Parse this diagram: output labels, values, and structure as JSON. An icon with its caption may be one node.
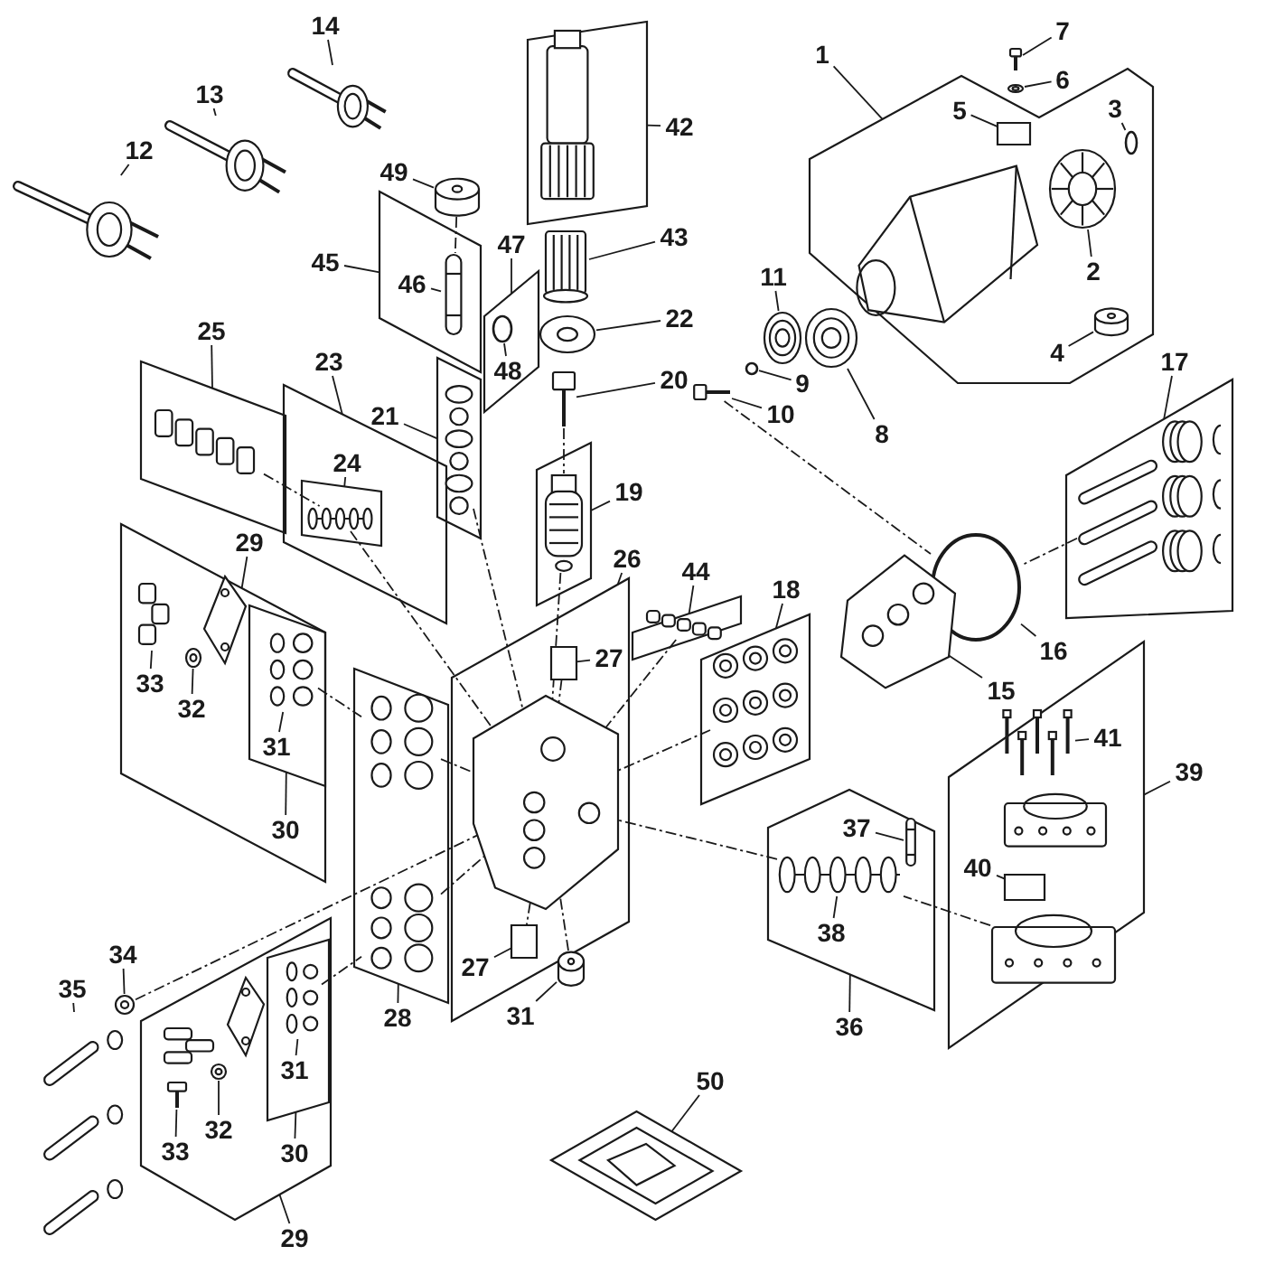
{
  "diagram": {
    "nodes": [
      {
        "text": [
          "14"
        ]
      },
      {
        "text": [],
        "shape": "picture"
      },
      {
        "text": [
          "13"
        ]
      },
      {
        "text": [],
        "shape": "picture"
      },
      {
        "text": [
          "12"
        ]
      },
      {
        "text": [],
        "shape": "picture"
      },
      {
        "text": [],
        "shape": "box"
      },
      {
        "text": [],
        "shape": "picture",
        "in": 6
      },
      {
        "text": [
          "42"
        ]
      },
      {
        "text": [
          "43"
        ]
      },
      {
        "text": [],
        "shape": "picture"
      },
      {
        "text": [
          "22"
        ]
      },
      {
        "text": [],
        "shape": "picture"
      },
      {
        "text": [
          "49"
        ]
      },
      {
        "text": [],
        "shape": "cylinder"
      },
      {
        "text": [],
        "shape": "box"
      },
      {
        "text": [
          "46"
        ],
        "in": 15
      },
      {
        "text": [],
        "shape": "picture",
        "in": 15
      },
      {
        "text": [
          "45"
        ]
      },
      {
        "text": [],
        "shape": "box"
      },
      {
        "text": [
          "47"
        ]
      },
      {
        "text": [],
        "shape": "circle",
        "in": 19
      },
      {
        "text": [
          "48"
        ],
        "in": 19
      },
      {
        "text": [
          "20"
        ]
      },
      {
        "text": [],
        "shape": "picture"
      },
      {
        "text": [
          "25"
        ]
      },
      {
        "text": [],
        "shape": "box"
      },
      {
        "text": [],
        "shape": "picture",
        "in": 26
      },
      {
        "text": [
          "23"
        ]
      },
      {
        "text": [],
        "shape": "box"
      },
      {
        "text": [
          "24"
        ],
        "in": 29
      },
      {
        "text": [],
        "shape": "box",
        "in": 29
      },
      {
        "text": [],
        "shape": "picture",
        "in": 31
      },
      {
        "text": [
          "21"
        ]
      },
      {
        "text": [],
        "shape": "box"
      },
      {
        "text": [],
        "shape": "picture",
        "in": 34
      },
      {
        "text": [
          "19"
        ]
      },
      {
        "text": [],
        "shape": "box"
      },
      {
        "text": [],
        "shape": "picture",
        "in": 37
      },
      {
        "text": [
          "1"
        ]
      },
      {
        "text": [],
        "shape": "box"
      },
      {
        "text": [],
        "shape": "picture",
        "in": 40
      },
      {
        "text": [
          "5"
        ],
        "in": 40
      },
      {
        "text": [],
        "shape": "box",
        "in": 40
      },
      {
        "text": [
          "3"
        ],
        "in": 40
      },
      {
        "text": [],
        "shape": "circle",
        "in": 40
      },
      {
        "text": [],
        "shape": "picture",
        "in": 40
      },
      {
        "text": [
          "2"
        ],
        "in": 40
      },
      {
        "text": [],
        "shape": "cylinder",
        "in": 40
      },
      {
        "text": [
          "4"
        ],
        "in": 40
      },
      {
        "text": [
          "7"
        ]
      },
      {
        "text": [],
        "shape": "picture"
      },
      {
        "text": [
          "6"
        ]
      },
      {
        "text": [],
        "shape": "picture"
      },
      {
        "text": [
          "11"
        ]
      },
      {
        "text": [],
        "shape": "picture"
      },
      {
        "text": [],
        "shape": "picture"
      },
      {
        "text": [
          "9"
        ]
      },
      {
        "text": [],
        "shape": "circle"
      },
      {
        "text": [
          "10"
        ]
      },
      {
        "text": [],
        "shape": "picture"
      },
      {
        "text": [
          "8"
        ]
      },
      {
        "text": [
          "17"
        ]
      },
      {
        "text": [],
        "shape": "box"
      },
      {
        "text": [],
        "shape": "picture",
        "in": 63
      },
      {
        "text": [],
        "shape": "circle"
      },
      {
        "text": [
          "16"
        ]
      },
      {
        "text": [],
        "shape": "picture"
      },
      {
        "text": [
          "15"
        ]
      },
      {
        "text": [
          "44"
        ]
      },
      {
        "text": [],
        "shape": "box"
      },
      {
        "text": [],
        "shape": "picture",
        "in": 70
      },
      {
        "text": [
          "18"
        ]
      },
      {
        "text": [],
        "shape": "box"
      },
      {
        "text": [],
        "shape": "picture",
        "in": 73
      },
      {
        "text": [
          "26"
        ]
      },
      {
        "text": [],
        "shape": "box"
      },
      {
        "text": [],
        "shape": "picture",
        "in": 76
      },
      {
        "text": [
          "27"
        ],
        "in": 76
      },
      {
        "text": [],
        "shape": "box",
        "in": 76
      },
      {
        "text": [],
        "shape": "box",
        "in": 76
      },
      {
        "text": [
          "27"
        ],
        "in": 76
      },
      {
        "text": [],
        "shape": "cylinder"
      },
      {
        "text": [
          "31"
        ]
      },
      {
        "text": [
          "29"
        ]
      },
      {
        "text": [],
        "shape": "box"
      },
      {
        "text": [],
        "shape": "picture",
        "in": 85
      },
      {
        "text": [
          "33"
        ],
        "in": 85
      },
      {
        "text": [],
        "shape": "picture",
        "in": 85
      },
      {
        "text": [
          "32"
        ],
        "in": 85
      },
      {
        "text": [],
        "shape": "picture",
        "in": 85
      },
      {
        "text": [],
        "shape": "box",
        "in": 85
      },
      {
        "text": [],
        "shape": "picture",
        "in": 91
      },
      {
        "text": [
          "31"
        ],
        "in": 91
      },
      {
        "text": [
          "30"
        ],
        "in": 85
      },
      {
        "text": [],
        "shape": "box"
      },
      {
        "text": [],
        "shape": "picture",
        "in": 95
      },
      {
        "text": [],
        "shape": "picture",
        "in": 95
      },
      {
        "text": [
          "28"
        ]
      },
      {
        "text": [
          "34"
        ]
      },
      {
        "text": [],
        "shape": "picture"
      },
      {
        "text": [
          "35"
        ]
      },
      {
        "text": [],
        "shape": "picture"
      },
      {
        "text": [],
        "shape": "box"
      },
      {
        "text": [],
        "shape": "picture",
        "in": 103
      },
      {
        "text": [],
        "shape": "picture",
        "in": 103
      },
      {
        "text": [],
        "shape": "picture",
        "in": 103
      },
      {
        "text": [],
        "shape": "picture",
        "in": 103
      },
      {
        "text": [
          "33"
        ],
        "in": 103
      },
      {
        "text": [
          "32"
        ],
        "in": 103
      },
      {
        "text": [],
        "shape": "box",
        "in": 103
      },
      {
        "text": [],
        "shape": "picture",
        "in": 110
      },
      {
        "text": [
          "31"
        ],
        "in": 110
      },
      {
        "text": [
          "30"
        ],
        "in": 103
      },
      {
        "text": [
          "29"
        ]
      },
      {
        "text": [],
        "shape": "box"
      },
      {
        "text": [
          "37"
        ],
        "in": 115
      },
      {
        "text": [],
        "shape": "picture",
        "in": 115
      },
      {
        "text": [],
        "shape": "picture",
        "in": 115
      },
      {
        "text": [
          "38"
        ],
        "in": 115
      },
      {
        "text": [
          "36"
        ]
      },
      {
        "text": [],
        "shape": "box"
      },
      {
        "text": [
          "41"
        ],
        "in": 121
      },
      {
        "text": [],
        "shape": "picture",
        "in": 121
      },
      {
        "text": [],
        "shape": "picture",
        "in": 121
      },
      {
        "text": [
          "40"
        ],
        "in": 121
      },
      {
        "text": [],
        "shape": "box",
        "in": 121
      },
      {
        "text": [],
        "shape": "picture",
        "in": 121
      },
      {
        "text": [
          "39"
        ]
      },
      {
        "text": [
          "50"
        ]
      },
      {
        "text": [],
        "shape": "picture"
      }
    ],
    "edges": [
      {
        "from": 0,
        "to": 1,
        "arrow": "none"
      },
      {
        "from": 2,
        "to": 3,
        "arrow": "none"
      },
      {
        "from": 4,
        "to": 5,
        "arrow": "none"
      },
      {
        "from": 8,
        "to": 6,
        "arrow": "none"
      },
      {
        "from": 9,
        "to": 10,
        "arrow": "none"
      },
      {
        "from": 11,
        "to": 12,
        "arrow": "none"
      },
      {
        "from": 13,
        "to": 14,
        "arrow": "none"
      },
      {
        "from": 16,
        "to": 17,
        "arrow": "none"
      },
      {
        "from": 18,
        "to": 15,
        "arrow": "none"
      },
      {
        "from": 20,
        "to": 19,
        "arrow": "none"
      },
      {
        "from": 22,
        "to": 21,
        "arrow": "none"
      },
      {
        "from": 23,
        "to": 24,
        "arrow": "none"
      },
      {
        "from": 25,
        "to": 26,
        "arrow": "none"
      },
      {
        "from": 28,
        "to": 29,
        "arrow": "none"
      },
      {
        "from": 30,
        "to": 31,
        "arrow": "none"
      },
      {
        "from": 33,
        "to": 34,
        "arrow": "none"
      },
      {
        "from": 36,
        "to": 37,
        "arrow": "none"
      },
      {
        "from": 39,
        "to": 40,
        "arrow": "none"
      },
      {
        "from": 42,
        "to": 43,
        "arrow": "none"
      },
      {
        "from": 44,
        "to": 45,
        "arrow": "none"
      },
      {
        "from": 47,
        "to": 46,
        "arrow": "none"
      },
      {
        "from": 49,
        "to": 48,
        "arrow": "none"
      },
      {
        "from": 50,
        "to": 51,
        "arrow": "none"
      },
      {
        "from": 52,
        "to": 53,
        "arrow": "none"
      },
      {
        "from": 54,
        "to": 55,
        "arrow": "none"
      },
      {
        "from": 57,
        "to": 58,
        "arrow": "none"
      },
      {
        "from": 59,
        "to": 60,
        "arrow": "none"
      },
      {
        "from": 61,
        "to": 56,
        "arrow": "none"
      },
      {
        "from": 62,
        "to": 63,
        "arrow": "none"
      },
      {
        "from": 66,
        "to": 65,
        "arrow": "none"
      },
      {
        "from": 68,
        "to": 67,
        "arrow": "none"
      },
      {
        "from": 69,
        "to": 70,
        "arrow": "none"
      },
      {
        "from": 72,
        "to": 73,
        "arrow": "none"
      },
      {
        "from": 75,
        "to": 76,
        "arrow": "none"
      },
      {
        "from": 78,
        "to": 79,
        "arrow": "none"
      },
      {
        "from": 81,
        "to": 80,
        "arrow": "none"
      },
      {
        "from": 83,
        "to": 82,
        "arrow": "none"
      },
      {
        "from": 84,
        "to": 85,
        "arrow": "none"
      },
      {
        "from": 87,
        "to": 86,
        "arrow": "none"
      },
      {
        "from": 89,
        "to": 88,
        "arrow": "none"
      },
      {
        "from": 93,
        "to": 92,
        "arrow": "none"
      },
      {
        "from": 94,
        "to": 91,
        "arrow": "none"
      },
      {
        "from": 98,
        "to": 95,
        "arrow": "none"
      },
      {
        "from": 99,
        "to": 100,
        "arrow": "none"
      },
      {
        "from": 101,
        "to": 102,
        "arrow": "none"
      },
      {
        "from": 108,
        "to": 107,
        "arrow": "none"
      },
      {
        "from": 109,
        "to": 106,
        "arrow": "none"
      },
      {
        "from": 112,
        "to": 111,
        "arrow": "none"
      },
      {
        "from": 113,
        "to": 110,
        "arrow": "none"
      },
      {
        "from": 114,
        "to": 103,
        "arrow": "none"
      },
      {
        "from": 116,
        "to": 117,
        "arrow": "none"
      },
      {
        "from": 119,
        "to": 118,
        "arrow": "none"
      },
      {
        "from": 120,
        "to": 115,
        "arrow": "none"
      },
      {
        "from": 122,
        "to": 123,
        "arrow": "none"
      },
      {
        "from": 125,
        "to": 126,
        "arrow": "none"
      },
      {
        "from": 128,
        "to": 121,
        "arrow": "none"
      },
      {
        "from": 129,
        "to": 130,
        "arrow": "none"
      },
      {
        "from": 60,
        "to": 65,
        "arrow": "none",
        "style": "dashed"
      },
      {
        "from": 64,
        "to": 65,
        "arrow": "none",
        "style": "dashed"
      },
      {
        "from": 24,
        "to": 38,
        "arrow": "none",
        "style": "dashed"
      },
      {
        "from": 14,
        "to": 17,
        "arrow": "none",
        "style": "dashed"
      },
      {
        "from": 35,
        "to": 77,
        "arrow": "none",
        "style": "dashed"
      },
      {
        "from": 38,
        "to": 77,
        "arrow": "none",
        "style": "dashed"
      },
      {
        "from": 27,
        "to": 32,
        "arrow": "none",
        "style": "dashed"
      },
      {
        "from": 32,
        "to": 77,
        "arrow": "none",
        "style": "dashed"
      },
      {
        "from": 92,
        "to": 96,
        "arrow": "none",
        "style": "dashed"
      },
      {
        "from": 96,
        "to": 77,
        "arrow": "none",
        "style": "dashed"
      },
      {
        "from": 111,
        "to": 97,
        "arrow": "none",
        "style": "dashed"
      },
      {
        "from": 97,
        "to": 77,
        "arrow": "none",
        "style": "dashed"
      },
      {
        "from": 100,
        "to": 77,
        "arrow": "none",
        "style": "dashed"
      },
      {
        "from": 74,
        "to": 77,
        "arrow": "none",
        "style": "dashed"
      },
      {
        "from": 71,
        "to": 77,
        "arrow": "none",
        "style": "dashed"
      },
      {
        "from": 118,
        "to": 77,
        "arrow": "none",
        "style": "dashed"
      },
      {
        "from": 127,
        "to": 118,
        "arrow": "none",
        "style": "dashed"
      },
      {
        "from": 79,
        "to": 77,
        "arrow": "none",
        "style": "dashed"
      },
      {
        "from": 77,
        "to": 80,
        "arrow": "none",
        "style": "dashed"
      },
      {
        "from": 82,
        "to": 77,
        "arrow": "none",
        "style": "dashed"
      }
    ]
  }
}
